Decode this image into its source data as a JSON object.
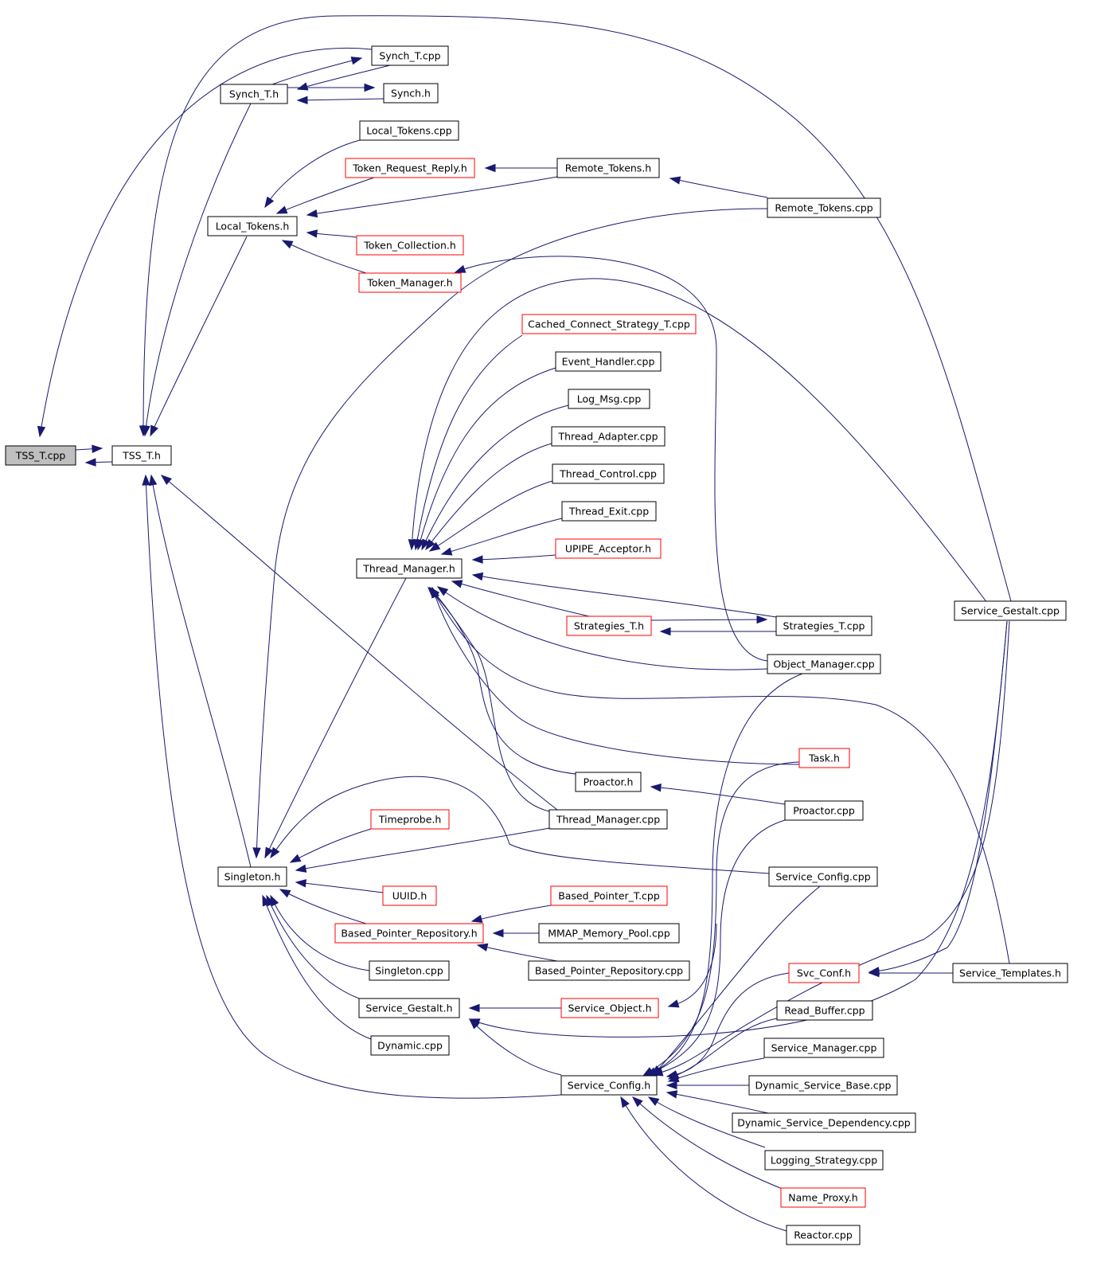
{
  "colors": {
    "edge": "#191970",
    "border_normal": "#000000",
    "border_truncated": "#ff0000",
    "fill_normal": "#ffffff",
    "fill_root": "#bfbfbf"
  },
  "nodes": [
    {
      "id": "TSS_T_cpp",
      "label": "TSS_T.cpp",
      "style": "root"
    },
    {
      "id": "TSS_T_h",
      "label": "TSS_T.h",
      "style": "normal"
    },
    {
      "id": "Synch_T_h",
      "label": "Synch_T.h",
      "style": "normal"
    },
    {
      "id": "Synch_T_cpp",
      "label": "Synch_T.cpp",
      "style": "normal"
    },
    {
      "id": "Synch_h",
      "label": "Synch.h",
      "style": "normal"
    },
    {
      "id": "Local_Tokens_cpp",
      "label": "Local_Tokens.cpp",
      "style": "normal"
    },
    {
      "id": "Token_Request_Reply_h",
      "label": "Token_Request_Reply.h",
      "style": "truncated"
    },
    {
      "id": "Remote_Tokens_h",
      "label": "Remote_Tokens.h",
      "style": "normal"
    },
    {
      "id": "Remote_Tokens_cpp",
      "label": "Remote_Tokens.cpp",
      "style": "normal"
    },
    {
      "id": "Local_Tokens_h",
      "label": "Local_Tokens.h",
      "style": "normal"
    },
    {
      "id": "Token_Collection_h",
      "label": "Token_Collection.h",
      "style": "truncated"
    },
    {
      "id": "Token_Manager_h",
      "label": "Token_Manager.h",
      "style": "truncated"
    },
    {
      "id": "Cached_Connect_Strategy_T_cpp",
      "label": "Cached_Connect_Strategy_T.cpp",
      "style": "truncated"
    },
    {
      "id": "Event_Handler_cpp",
      "label": "Event_Handler.cpp",
      "style": "normal"
    },
    {
      "id": "Log_Msg_cpp",
      "label": "Log_Msg.cpp",
      "style": "normal"
    },
    {
      "id": "Thread_Adapter_cpp",
      "label": "Thread_Adapter.cpp",
      "style": "normal"
    },
    {
      "id": "Thread_Control_cpp",
      "label": "Thread_Control.cpp",
      "style": "normal"
    },
    {
      "id": "Thread_Exit_cpp",
      "label": "Thread_Exit.cpp",
      "style": "normal"
    },
    {
      "id": "UPIPE_Acceptor_h",
      "label": "UPIPE_Acceptor.h",
      "style": "truncated"
    },
    {
      "id": "Thread_Manager_h",
      "label": "Thread_Manager.h",
      "style": "normal"
    },
    {
      "id": "Service_Gestalt_cpp",
      "label": "Service_Gestalt.cpp",
      "style": "normal"
    },
    {
      "id": "Strategies_T_h",
      "label": "Strategies_T.h",
      "style": "truncated"
    },
    {
      "id": "Strategies_T_cpp",
      "label": "Strategies_T.cpp",
      "style": "normal"
    },
    {
      "id": "Object_Manager_cpp",
      "label": "Object_Manager.cpp",
      "style": "normal"
    },
    {
      "id": "Task_h",
      "label": "Task.h",
      "style": "truncated"
    },
    {
      "id": "Proactor_h",
      "label": "Proactor.h",
      "style": "normal"
    },
    {
      "id": "Proactor_cpp",
      "label": "Proactor.cpp",
      "style": "normal"
    },
    {
      "id": "Timeprobe_h",
      "label": "Timeprobe.h",
      "style": "truncated"
    },
    {
      "id": "Thread_Manager_cpp",
      "label": "Thread_Manager.cpp",
      "style": "normal"
    },
    {
      "id": "Singleton_h",
      "label": "Singleton.h",
      "style": "normal"
    },
    {
      "id": "Service_Config_cpp",
      "label": "Service_Config.cpp",
      "style": "normal"
    },
    {
      "id": "UUID_h",
      "label": "UUID.h",
      "style": "truncated"
    },
    {
      "id": "Based_Pointer_T_cpp",
      "label": "Based_Pointer_T.cpp",
      "style": "truncated"
    },
    {
      "id": "Based_Pointer_Repository_h",
      "label": "Based_Pointer_Repository.h",
      "style": "truncated"
    },
    {
      "id": "MMAP_Memory_Pool_cpp",
      "label": "MMAP_Memory_Pool.cpp",
      "style": "normal"
    },
    {
      "id": "Singleton_cpp",
      "label": "Singleton.cpp",
      "style": "normal"
    },
    {
      "id": "Based_Pointer_Repository_cpp",
      "label": "Based_Pointer_Repository.cpp",
      "style": "normal"
    },
    {
      "id": "Svc_Conf_h",
      "label": "Svc_Conf.h",
      "style": "truncated"
    },
    {
      "id": "Service_Templates_h",
      "label": "Service_Templates.h",
      "style": "normal"
    },
    {
      "id": "Service_Gestalt_h",
      "label": "Service_Gestalt.h",
      "style": "normal"
    },
    {
      "id": "Service_Object_h",
      "label": "Service_Object.h",
      "style": "truncated"
    },
    {
      "id": "Read_Buffer_cpp",
      "label": "Read_Buffer.cpp",
      "style": "normal"
    },
    {
      "id": "Dynamic_cpp",
      "label": "Dynamic.cpp",
      "style": "normal"
    },
    {
      "id": "Service_Manager_cpp",
      "label": "Service_Manager.cpp",
      "style": "normal"
    },
    {
      "id": "Service_Config_h",
      "label": "Service_Config.h",
      "style": "normal"
    },
    {
      "id": "Dynamic_Service_Base_cpp",
      "label": "Dynamic_Service_Base.cpp",
      "style": "normal"
    },
    {
      "id": "Dynamic_Service_Dependency_cpp",
      "label": "Dynamic_Service_Dependency.cpp",
      "style": "normal"
    },
    {
      "id": "Logging_Strategy_cpp",
      "label": "Logging_Strategy.cpp",
      "style": "normal"
    },
    {
      "id": "Name_Proxy_h",
      "label": "Name_Proxy.h",
      "style": "truncated"
    },
    {
      "id": "Reactor_cpp",
      "label": "Reactor.cpp",
      "style": "normal"
    }
  ],
  "edges": [
    [
      "TSS_T_cpp",
      "TSS_T_h"
    ],
    [
      "TSS_T_h",
      "TSS_T_cpp"
    ],
    [
      "Synch_T_cpp",
      "TSS_T_cpp"
    ],
    [
      "Synch_T_h",
      "TSS_T_h"
    ],
    [
      "Synch_T_h",
      "Synch_T_cpp"
    ],
    [
      "Synch_T_cpp",
      "Synch_T_h"
    ],
    [
      "Synch_T_h",
      "Synch_h"
    ],
    [
      "Synch_h",
      "Synch_T_h"
    ],
    [
      "Local_Tokens_cpp",
      "Local_Tokens_h"
    ],
    [
      "Token_Request_Reply_h",
      "Local_Tokens_h"
    ],
    [
      "Remote_Tokens_h",
      "Token_Request_Reply_h"
    ],
    [
      "Remote_Tokens_h",
      "Local_Tokens_h"
    ],
    [
      "Remote_Tokens_cpp",
      "Remote_Tokens_h"
    ],
    [
      "Token_Collection_h",
      "Local_Tokens_h"
    ],
    [
      "Token_Manager_h",
      "Local_Tokens_h"
    ],
    [
      "Local_Tokens_h",
      "TSS_T_h"
    ],
    [
      "Object_Manager_cpp",
      "Token_Manager_h"
    ],
    [
      "Remote_Tokens_cpp",
      "Singleton_h"
    ],
    [
      "Service_Gestalt_cpp",
      "TSS_T_h"
    ],
    [
      "Cached_Connect_Strategy_T_cpp",
      "Thread_Manager_h"
    ],
    [
      "Event_Handler_cpp",
      "Thread_Manager_h"
    ],
    [
      "Log_Msg_cpp",
      "Thread_Manager_h"
    ],
    [
      "Thread_Adapter_cpp",
      "Thread_Manager_h"
    ],
    [
      "Thread_Control_cpp",
      "Thread_Manager_h"
    ],
    [
      "Thread_Exit_cpp",
      "Thread_Manager_h"
    ],
    [
      "UPIPE_Acceptor_h",
      "Thread_Manager_h"
    ],
    [
      "Strategies_T_cpp",
      "Thread_Manager_h"
    ],
    [
      "Strategies_T_h",
      "Thread_Manager_h"
    ],
    [
      "Strategies_T_h",
      "Strategies_T_cpp"
    ],
    [
      "Strategies_T_cpp",
      "Strategies_T_h"
    ],
    [
      "Object_Manager_cpp",
      "Thread_Manager_h"
    ],
    [
      "Service_Gestalt_cpp",
      "Thread_Manager_h"
    ],
    [
      "Task_h",
      "Thread_Manager_h"
    ],
    [
      "Proactor_h",
      "Thread_Manager_h"
    ],
    [
      "Thread_Manager_cpp",
      "Thread_Manager_h"
    ],
    [
      "Service_Templates_h",
      "Thread_Manager_h"
    ],
    [
      "Thread_Manager_h",
      "Singleton_h"
    ],
    [
      "Proactor_cpp",
      "Proactor_h"
    ],
    [
      "Thread_Manager_cpp",
      "TSS_T_h"
    ],
    [
      "Timeprobe_h",
      "Singleton_h"
    ],
    [
      "Thread_Manager_cpp",
      "Singleton_h"
    ],
    [
      "Service_Config_cpp",
      "Singleton_h"
    ],
    [
      "UUID_h",
      "Singleton_h"
    ],
    [
      "Based_Pointer_Repository_h",
      "Singleton_h"
    ],
    [
      "Based_Pointer_T_cpp",
      "Based_Pointer_Repository_h"
    ],
    [
      "MMAP_Memory_Pool_cpp",
      "Based_Pointer_Repository_h"
    ],
    [
      "Based_Pointer_Repository_cpp",
      "Based_Pointer_Repository_h"
    ],
    [
      "Singleton_cpp",
      "Singleton_h"
    ],
    [
      "Service_Gestalt_h",
      "Singleton_h"
    ],
    [
      "Dynamic_cpp",
      "Singleton_h"
    ],
    [
      "Singleton_h",
      "TSS_T_h"
    ],
    [
      "Service_Object_h",
      "Service_Gestalt_h"
    ],
    [
      "Service_Gestalt_cpp",
      "Service_Gestalt_h"
    ],
    [
      "Service_Config_h",
      "Service_Gestalt_h"
    ],
    [
      "Service_Config_h",
      "TSS_T_h"
    ],
    [
      "Svc_Conf_h",
      "Service_Config_h"
    ],
    [
      "Service_Templates_h",
      "Svc_Conf_h"
    ],
    [
      "Service_Gestalt_cpp",
      "Svc_Conf_h"
    ],
    [
      "Service_Gestalt_cpp",
      "Service_Config_h"
    ],
    [
      "Object_Manager_cpp",
      "Service_Config_h"
    ],
    [
      "Task_h",
      "Service_Config_h"
    ],
    [
      "Proactor_cpp",
      "Service_Config_h"
    ],
    [
      "Service_Config_cpp",
      "Service_Config_h"
    ],
    [
      "Read_Buffer_cpp",
      "Service_Config_h"
    ],
    [
      "Service_Manager_cpp",
      "Service_Config_h"
    ],
    [
      "Dynamic_Service_Base_cpp",
      "Service_Config_h"
    ],
    [
      "Dynamic_Service_Dependency_cpp",
      "Service_Config_h"
    ],
    [
      "Logging_Strategy_cpp",
      "Service_Config_h"
    ],
    [
      "Name_Proxy_h",
      "Service_Config_h"
    ],
    [
      "Reactor_cpp",
      "Service_Config_h"
    ],
    [
      "Service_Object_h",
      "Service_Config_h"
    ]
  ]
}
